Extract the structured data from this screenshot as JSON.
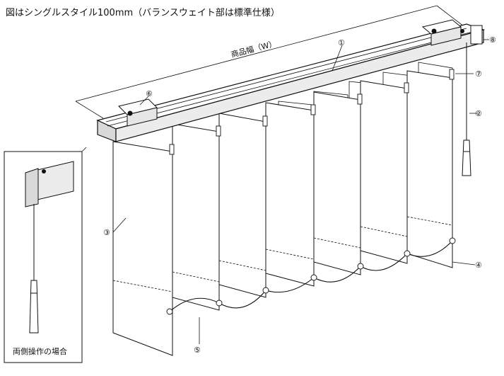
{
  "caption": "図はシングルスタイル100mm（バランスウェイト部は標準仕様）",
  "width_label": "商品幅（W）",
  "inset_caption": "両側操作の場合",
  "callouts": [
    {
      "id": "1",
      "text": "①"
    },
    {
      "id": "2",
      "text": "②"
    },
    {
      "id": "3",
      "text": "③"
    },
    {
      "id": "4",
      "text": "④"
    },
    {
      "id": "5",
      "text": "⑤"
    },
    {
      "id": "6",
      "text": "⑥"
    },
    {
      "id": "7",
      "text": "⑦"
    },
    {
      "id": "8",
      "text": "⑧"
    }
  ]
}
